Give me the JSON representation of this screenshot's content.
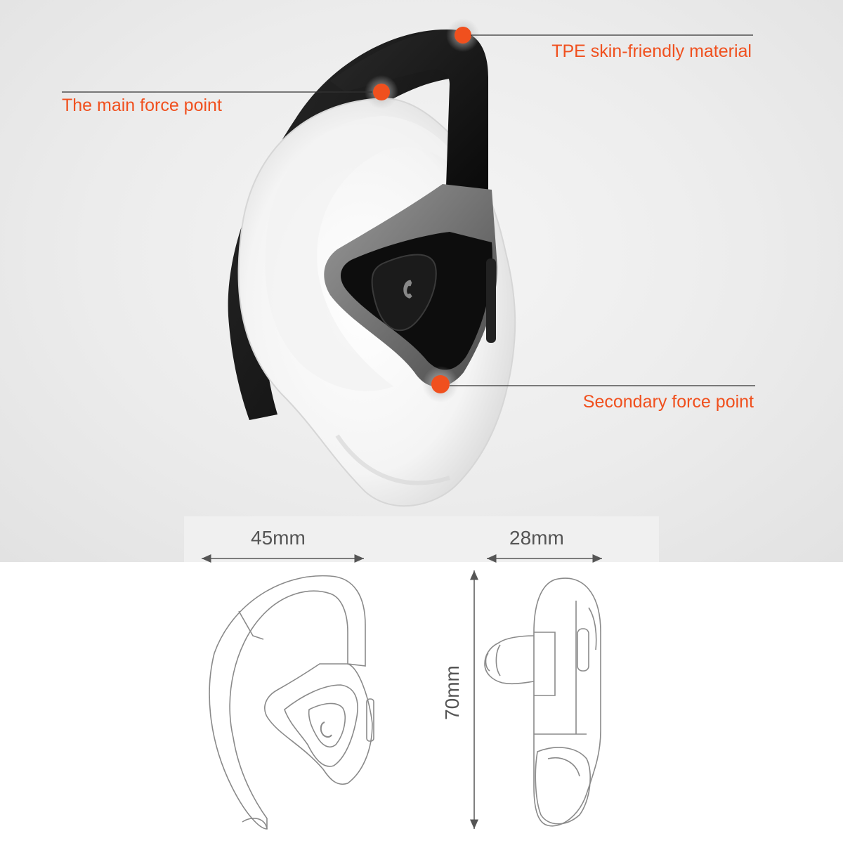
{
  "callouts": {
    "tpe": "TPE skin-friendly material",
    "main_force": "The main force point",
    "secondary_force": "Secondary force point"
  },
  "dimensions": {
    "width_front": "45mm",
    "width_side": "28mm",
    "height": "70mm"
  },
  "colors": {
    "accent": "#f0501e",
    "callout_line": "#333333",
    "earphone_body": "#151515",
    "trim": "#777777"
  },
  "icons": {
    "earphone_button": "phone-icon"
  }
}
